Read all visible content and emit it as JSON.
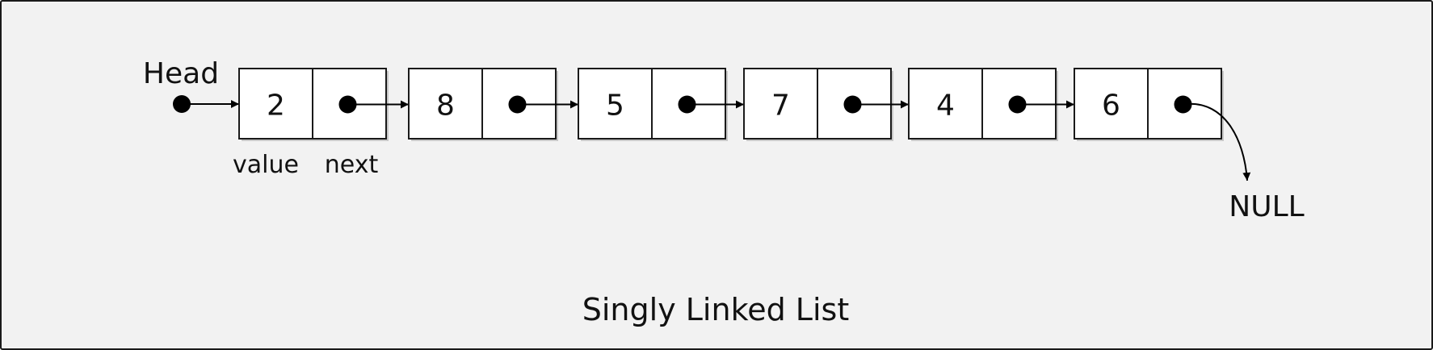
{
  "diagram": {
    "head_label": "Head",
    "null_label": "NULL",
    "value_caption": "value",
    "next_caption": "next",
    "title": "Singly Linked List",
    "nodes": [
      "2",
      "8",
      "5",
      "7",
      "4",
      "6"
    ]
  }
}
